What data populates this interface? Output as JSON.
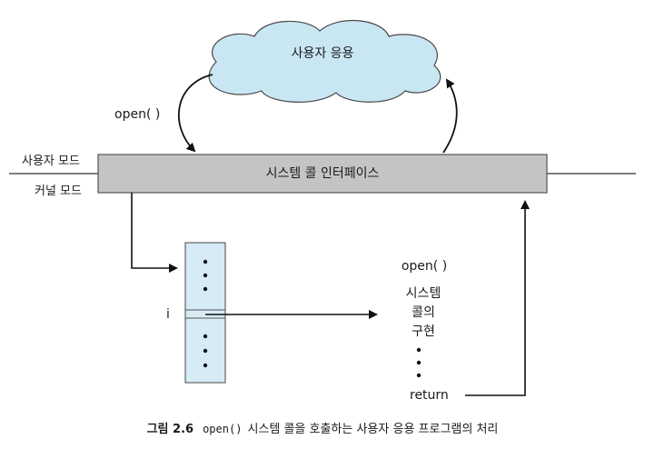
{
  "diagram": {
    "user_app_label": "사용자 응용",
    "open_call_label": "open( )",
    "user_mode_label": "사용자 모드",
    "kernel_mode_label": "커널 모드",
    "syscall_interface_label": "시스템 콜 인터페이스",
    "index_label": "i",
    "impl_header": "open( )",
    "impl_lines": [
      "시스템",
      "콜의",
      "구현"
    ],
    "return_label": "return",
    "colors": {
      "cloud_fill": "#c9e6f3",
      "table_fill": "#d6ebf5",
      "interface_fill": "#c4c4c6"
    }
  },
  "caption": {
    "label": "그림 2.6",
    "code": "open()",
    "text": "시스템 콜을 호출하는 사용자 응용 프로그램의 처리"
  }
}
